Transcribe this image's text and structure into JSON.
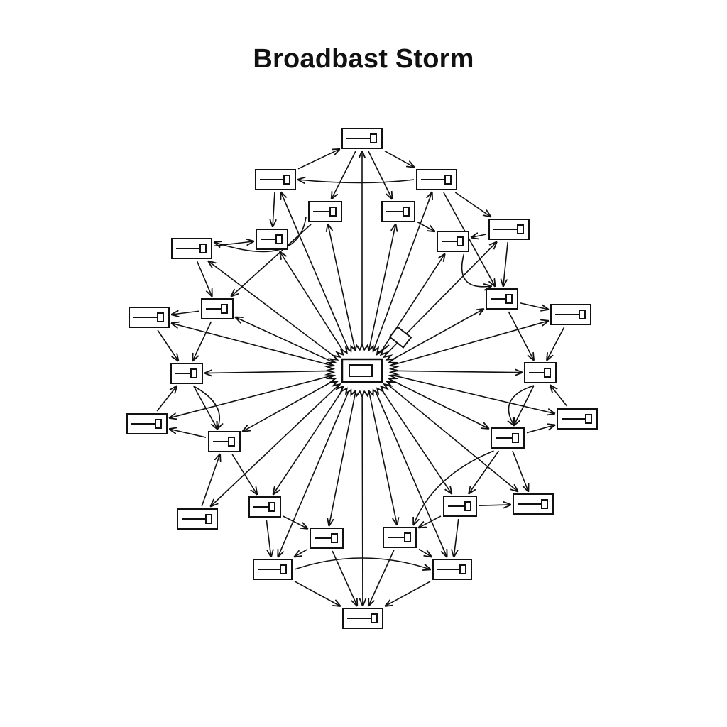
{
  "title": "Broadbast Storm",
  "colors": {
    "ink": "#111111",
    "background": "#ffffff"
  },
  "diagram": {
    "type": "network-broadcast-storm",
    "center_node": "hub",
    "nodes": [
      "n-top",
      "n-r1",
      "n-l1",
      "n-ir1",
      "n-il1",
      "n-ir2",
      "n-il2",
      "n-r2",
      "n-l2",
      "n-r3",
      "n-l3",
      "n-r4",
      "n-l4",
      "n-r5",
      "n-l5",
      "n-r6",
      "n-l6",
      "n-r7",
      "n-l7",
      "n-r8",
      "n-l8",
      "n-r9",
      "n-l9",
      "n-r10",
      "n-l10",
      "n-bot",
      "n-tag"
    ]
  }
}
